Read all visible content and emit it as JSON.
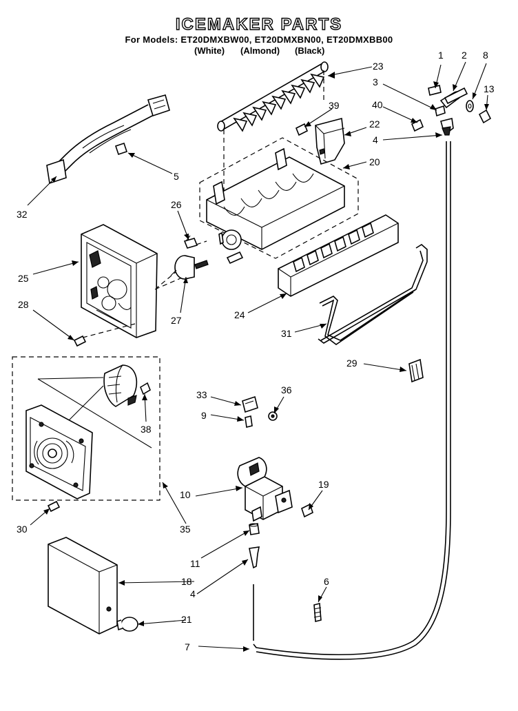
{
  "title": "ICEMAKER PARTS",
  "models_line": "For Models: ET20DMXBW00, ET20DMXBN00, ET20DMXBB00",
  "colors": [
    "(White)",
    "(Almond)",
    "(Black)"
  ],
  "callouts": {
    "c1": "1",
    "c2": "2",
    "c8": "8",
    "c13": "13",
    "c3": "3",
    "c23": "23",
    "c39": "39",
    "c40": "40",
    "c22": "22",
    "c4a": "4",
    "c20": "20",
    "c5": "5",
    "c32": "32",
    "c26": "26",
    "c25": "25",
    "c28": "28",
    "c27": "27",
    "c24": "24",
    "c31": "31",
    "c29": "29",
    "c33": "33",
    "c36": "36",
    "c9": "9",
    "c38": "38",
    "c10": "10",
    "c19": "19",
    "c30": "30",
    "c35": "35",
    "c11": "11",
    "c18": "18",
    "c4b": "4",
    "c6": "6",
    "c21": "21",
    "c7": "7"
  }
}
